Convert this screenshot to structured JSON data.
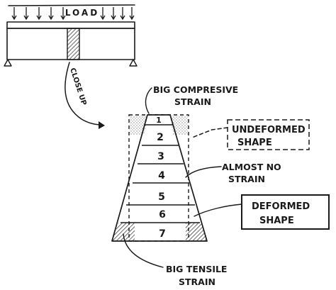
{
  "load_label": "LOAD",
  "close_up_label": "CLOSE UP",
  "annotations": {
    "big_compressive_strain": [
      "BIG COMPRESIVE",
      "STRAIN"
    ],
    "undeformed_shape": [
      "UNDEFORMED",
      "SHAPE"
    ],
    "almost_no_strain": [
      "ALMOST NO",
      "STRAIN"
    ],
    "deformed_shape": [
      "DEFORMED",
      "SHAPE"
    ],
    "big_tensile_strain": [
      "BIG TENSILE",
      "STRAIN"
    ]
  },
  "layer_numbers": [
    "1",
    "2",
    "3",
    "4",
    "5",
    "6",
    "7"
  ]
}
